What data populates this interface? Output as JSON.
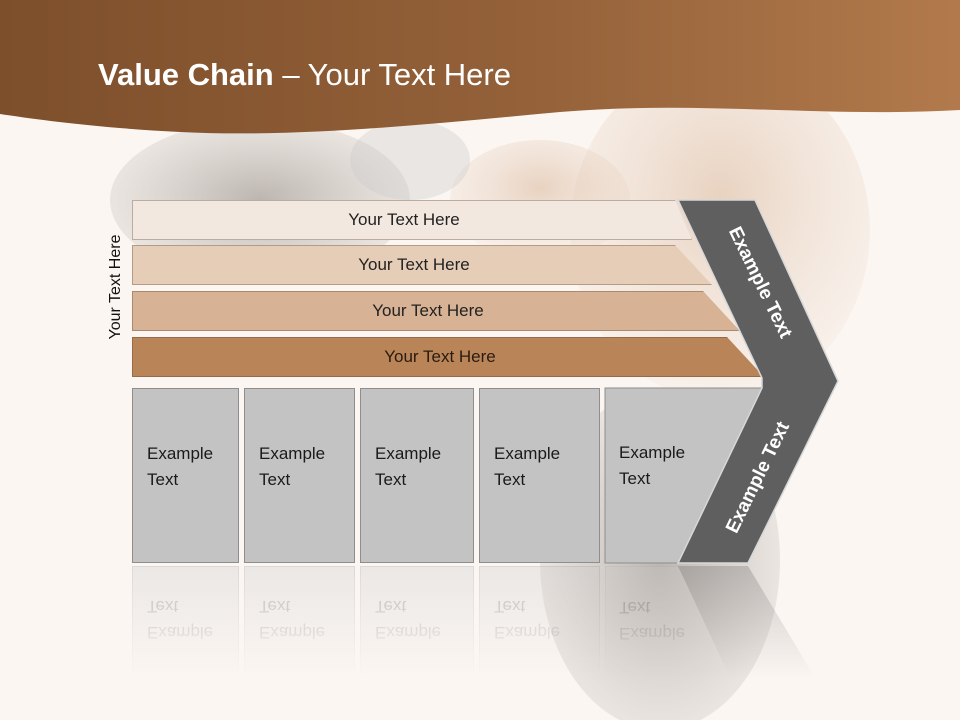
{
  "title": {
    "bold": "Value Chain",
    "rest": " – Your Text Here"
  },
  "side_label": "Your Text Here",
  "bars": [
    {
      "label": "Your Text Here"
    },
    {
      "label": "Your Text Here"
    },
    {
      "label": "Your Text Here"
    },
    {
      "label": "Your Text Here"
    }
  ],
  "chevron": {
    "upper_label": "Example Text",
    "lower_label": "Example Text"
  },
  "boxes": [
    {
      "line1": "Example",
      "line2": "Text"
    },
    {
      "line1": "Example",
      "line2": "Text"
    },
    {
      "line1": "Example",
      "line2": "Text"
    },
    {
      "line1": "Example",
      "line2": "Text"
    },
    {
      "line1": "Example",
      "line2": "Text"
    }
  ],
  "colors": {
    "header": "#8b5a33",
    "chevron": "#5f5f5f",
    "box": "#c3c3c3"
  }
}
